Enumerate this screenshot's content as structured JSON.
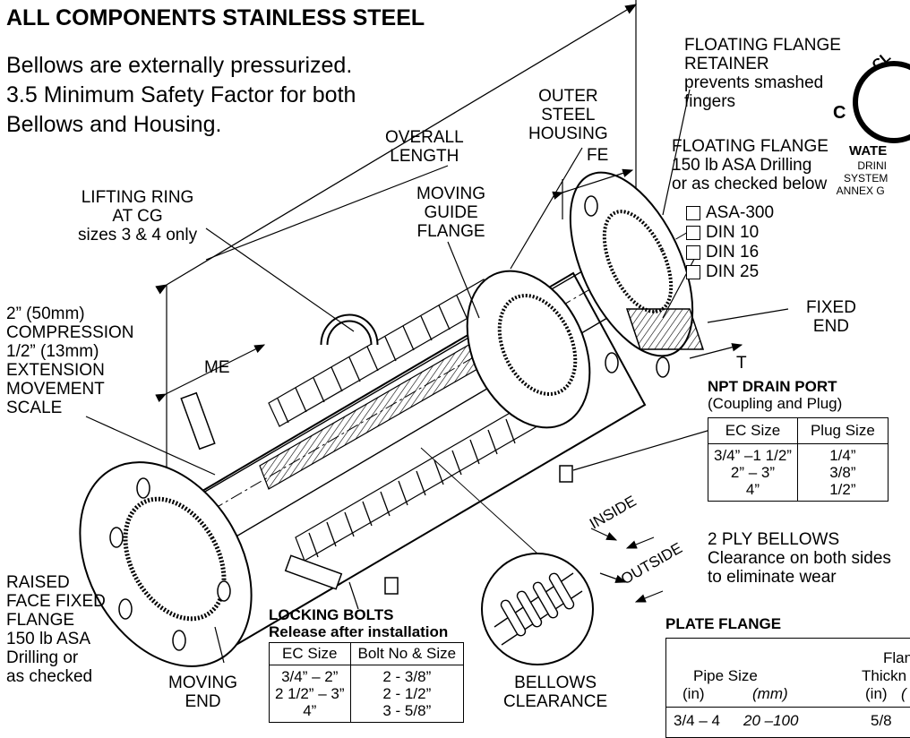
{
  "heading": "ALL COMPONENTS STAINLESS STEEL",
  "intro": {
    "line1": "Bellows are externally pressurized.",
    "line2": "3.5 Minimum Safety Factor for both",
    "line3": "Bellows and Housing."
  },
  "labels": {
    "overall_length": [
      "OVERALL",
      "LENGTH"
    ],
    "outer_housing": [
      "OUTER",
      "STEEL",
      "HOUSING"
    ],
    "fe": "FE",
    "lifting_ring": [
      "LIFTING RING",
      "AT CG",
      "sizes 3 & 4 only"
    ],
    "moving_guide": [
      "MOVING",
      "GUIDE",
      "FLANGE"
    ],
    "retainer": [
      "FLOATING FLANGE",
      "RETAINER",
      "prevents smashed",
      "fingers"
    ],
    "floating_flange": [
      "FLOATING FLANGE",
      "150 lb ASA Drilling",
      "or as checked below"
    ],
    "fixed_end": [
      "FIXED",
      "END"
    ],
    "t": "T",
    "compression": [
      "2” (50mm)",
      "COMPRESSION",
      "1/2” (13mm)",
      "EXTENSION",
      "MOVEMENT",
      "SCALE"
    ],
    "me": "ME",
    "raised_face": [
      "RAISED",
      "FACE FIXED",
      "FLANGE",
      "150 lb ASA",
      "Drilling or",
      "as checked"
    ],
    "moving_end": [
      "MOVING",
      "END"
    ],
    "bellows_clearance": [
      "BELLOWS",
      "CLEARANCE"
    ],
    "inside": "INSIDE",
    "outside": "OUTSIDE",
    "two_ply": [
      "2 PLY BELLOWS",
      "Clearance on both sides",
      "to eliminate wear"
    ]
  },
  "checkboxes": [
    "ASA-300",
    "DIN 10",
    "DIN 16",
    "DIN 25"
  ],
  "logo": {
    "top": "CL",
    "letter": "C",
    "water": "WATE",
    "lines": [
      "DRINI",
      "SYSTEM",
      "ANNEX G"
    ]
  },
  "drain_port": {
    "title": "NPT DRAIN PORT",
    "subtitle": "(Coupling and Plug)",
    "headers": [
      "EC Size",
      "Plug Size"
    ],
    "sizes": [
      "3/4” –1 1/2”",
      "2” – 3”",
      "4”"
    ],
    "plugs": [
      "1/4”",
      "3/8”",
      "1/2”"
    ]
  },
  "locking_bolts": {
    "title": "LOCKING BOLTS",
    "subtitle": "Release after installation",
    "headers": [
      "EC Size",
      "Bolt No & Size"
    ],
    "sizes": [
      "3/4” – 2”",
      "2 1/2” – 3”",
      "4”"
    ],
    "bolts": [
      "2 - 3/8”",
      "2 - 1/2”",
      "3 - 5/8”"
    ]
  },
  "plate_flange": {
    "title": "PLATE FLANGE",
    "header_pipe": "Pipe Size",
    "header_in": "(in)",
    "header_mm": "(mm)",
    "header_flange": [
      "Flan",
      "Thickn"
    ],
    "header_flange_in": "(in)",
    "header_flange_mm": "(",
    "row_in": "3/4 – 4",
    "row_mm": "20 –100",
    "row_thick": "5/8"
  }
}
